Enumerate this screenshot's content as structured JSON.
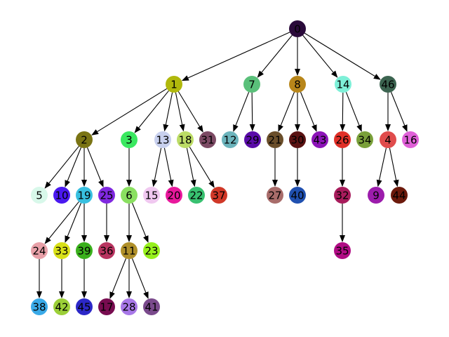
{
  "graph": {
    "nodes": [
      {
        "id": "0",
        "color": "#2a0a3a"
      },
      {
        "id": "1",
        "color": "#b0b80c"
      },
      {
        "id": "7",
        "color": "#5ac07a"
      },
      {
        "id": "8",
        "color": "#b8861a"
      },
      {
        "id": "14",
        "color": "#7ef0d8"
      },
      {
        "id": "46",
        "color": "#3c6450"
      },
      {
        "id": "2",
        "color": "#7a7414"
      },
      {
        "id": "3",
        "color": "#3ae860"
      },
      {
        "id": "13",
        "color": "#c8d0ee"
      },
      {
        "id": "18",
        "color": "#bcdc66"
      },
      {
        "id": "31",
        "color": "#7c4a64"
      },
      {
        "id": "12",
        "color": "#6cb4bc"
      },
      {
        "id": "29",
        "color": "#5a0ca8"
      },
      {
        "id": "21",
        "color": "#6a4e2a"
      },
      {
        "id": "30",
        "color": "#5a1212"
      },
      {
        "id": "43",
        "color": "#8c14b8"
      },
      {
        "id": "26",
        "color": "#e03028"
      },
      {
        "id": "34",
        "color": "#7aa03a"
      },
      {
        "id": "4",
        "color": "#e04c4c"
      },
      {
        "id": "16",
        "color": "#e060d8"
      },
      {
        "id": "5",
        "color": "#d8f8ea"
      },
      {
        "id": "10",
        "color": "#4a18f0"
      },
      {
        "id": "19",
        "color": "#38c0e0"
      },
      {
        "id": "25",
        "color": "#8028e0"
      },
      {
        "id": "6",
        "color": "#8ae060"
      },
      {
        "id": "15",
        "color": "#f0c8f0"
      },
      {
        "id": "20",
        "color": "#e8189c"
      },
      {
        "id": "22",
        "color": "#38c070"
      },
      {
        "id": "37",
        "color": "#d03828"
      },
      {
        "id": "27",
        "color": "#a86c6a"
      },
      {
        "id": "40",
        "color": "#2050b0"
      },
      {
        "id": "32",
        "color": "#a81c5c"
      },
      {
        "id": "9",
        "color": "#9c1cac"
      },
      {
        "id": "44",
        "color": "#6c1a0c"
      },
      {
        "id": "24",
        "color": "#e8a0a8"
      },
      {
        "id": "33",
        "color": "#d8e018"
      },
      {
        "id": "39",
        "color": "#3ab01c"
      },
      {
        "id": "36",
        "color": "#b83460"
      },
      {
        "id": "11",
        "color": "#b0902a"
      },
      {
        "id": "23",
        "color": "#96f01c"
      },
      {
        "id": "35",
        "color": "#b00c84"
      },
      {
        "id": "38",
        "color": "#3aaae8"
      },
      {
        "id": "42",
        "color": "#9cd038"
      },
      {
        "id": "45",
        "color": "#2c28c8"
      },
      {
        "id": "17",
        "color": "#780c50"
      },
      {
        "id": "28",
        "color": "#a878e8"
      },
      {
        "id": "41",
        "color": "#7a4a8c"
      }
    ],
    "edges": [
      [
        "0",
        "1"
      ],
      [
        "0",
        "7"
      ],
      [
        "0",
        "8"
      ],
      [
        "0",
        "14"
      ],
      [
        "0",
        "46"
      ],
      [
        "1",
        "2"
      ],
      [
        "1",
        "3"
      ],
      [
        "1",
        "13"
      ],
      [
        "1",
        "18"
      ],
      [
        "1",
        "31"
      ],
      [
        "7",
        "12"
      ],
      [
        "7",
        "29"
      ],
      [
        "8",
        "21"
      ],
      [
        "8",
        "30"
      ],
      [
        "8",
        "43"
      ],
      [
        "14",
        "26"
      ],
      [
        "14",
        "34"
      ],
      [
        "46",
        "4"
      ],
      [
        "46",
        "16"
      ],
      [
        "2",
        "5"
      ],
      [
        "2",
        "10"
      ],
      [
        "2",
        "19"
      ],
      [
        "2",
        "25"
      ],
      [
        "3",
        "6"
      ],
      [
        "13",
        "15"
      ],
      [
        "13",
        "20"
      ],
      [
        "18",
        "22"
      ],
      [
        "18",
        "37"
      ],
      [
        "21",
        "27"
      ],
      [
        "30",
        "40"
      ],
      [
        "26",
        "32"
      ],
      [
        "4",
        "9"
      ],
      [
        "4",
        "44"
      ],
      [
        "19",
        "24"
      ],
      [
        "19",
        "33"
      ],
      [
        "19",
        "39"
      ],
      [
        "25",
        "36"
      ],
      [
        "6",
        "11"
      ],
      [
        "6",
        "23"
      ],
      [
        "32",
        "35"
      ],
      [
        "24",
        "38"
      ],
      [
        "33",
        "42"
      ],
      [
        "39",
        "45"
      ],
      [
        "11",
        "17"
      ],
      [
        "11",
        "28"
      ],
      [
        "11",
        "41"
      ]
    ]
  }
}
